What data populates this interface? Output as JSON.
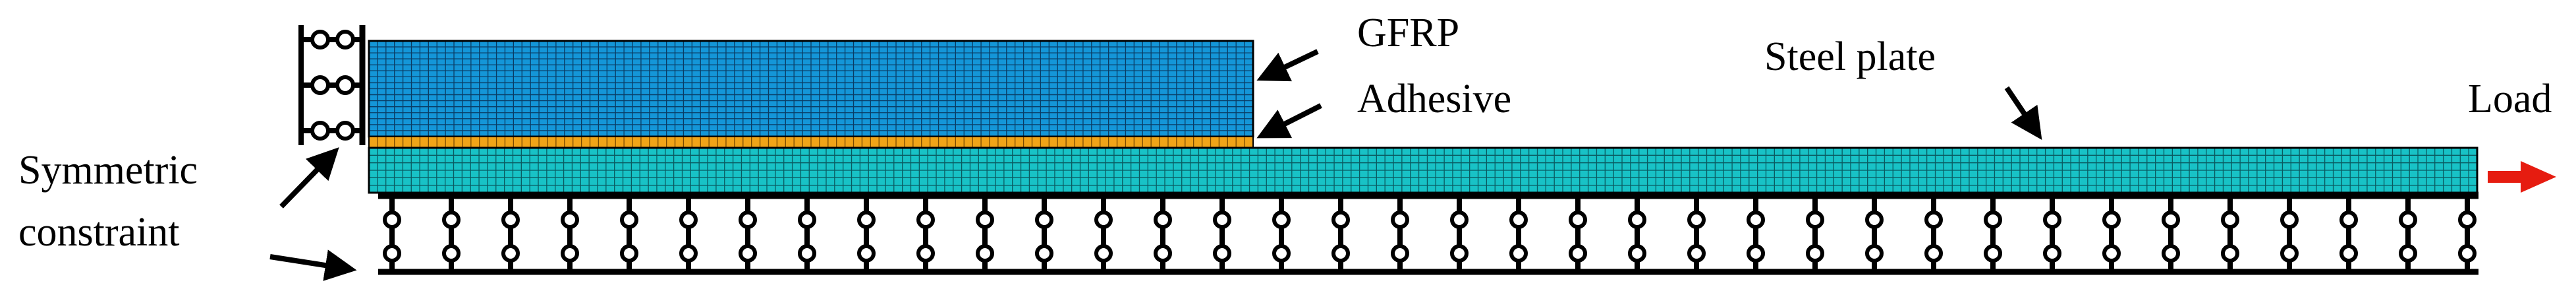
{
  "labels": {
    "gfrp": "GFRP",
    "adhesive": "Adhesive",
    "steel_plate": "Steel plate",
    "load": "Load",
    "symmetric_line1": "Symmetric",
    "symmetric_line2": "constraint"
  },
  "colors": {
    "gfrp": "#1496d8",
    "gfrp_grid": "#0a3c64",
    "adhesive": "#f0a418",
    "adhesive_grid": "#7a4a00",
    "steel": "#18c2c6",
    "steel_grid": "#0a5a60",
    "load_arrow": "#e61c10",
    "line": "#000000"
  },
  "icons": {
    "roller_support": "roller-support-icon",
    "load_arrow": "load-arrow-icon",
    "pointer_arrow": "pointer-arrow-icon"
  },
  "mesh": {
    "gfrp_columns": 104,
    "gfrp_rows": 16,
    "steel_columns": 249,
    "steel_rows": 6,
    "support_count": 36,
    "symmetric_roller_count": 3
  }
}
